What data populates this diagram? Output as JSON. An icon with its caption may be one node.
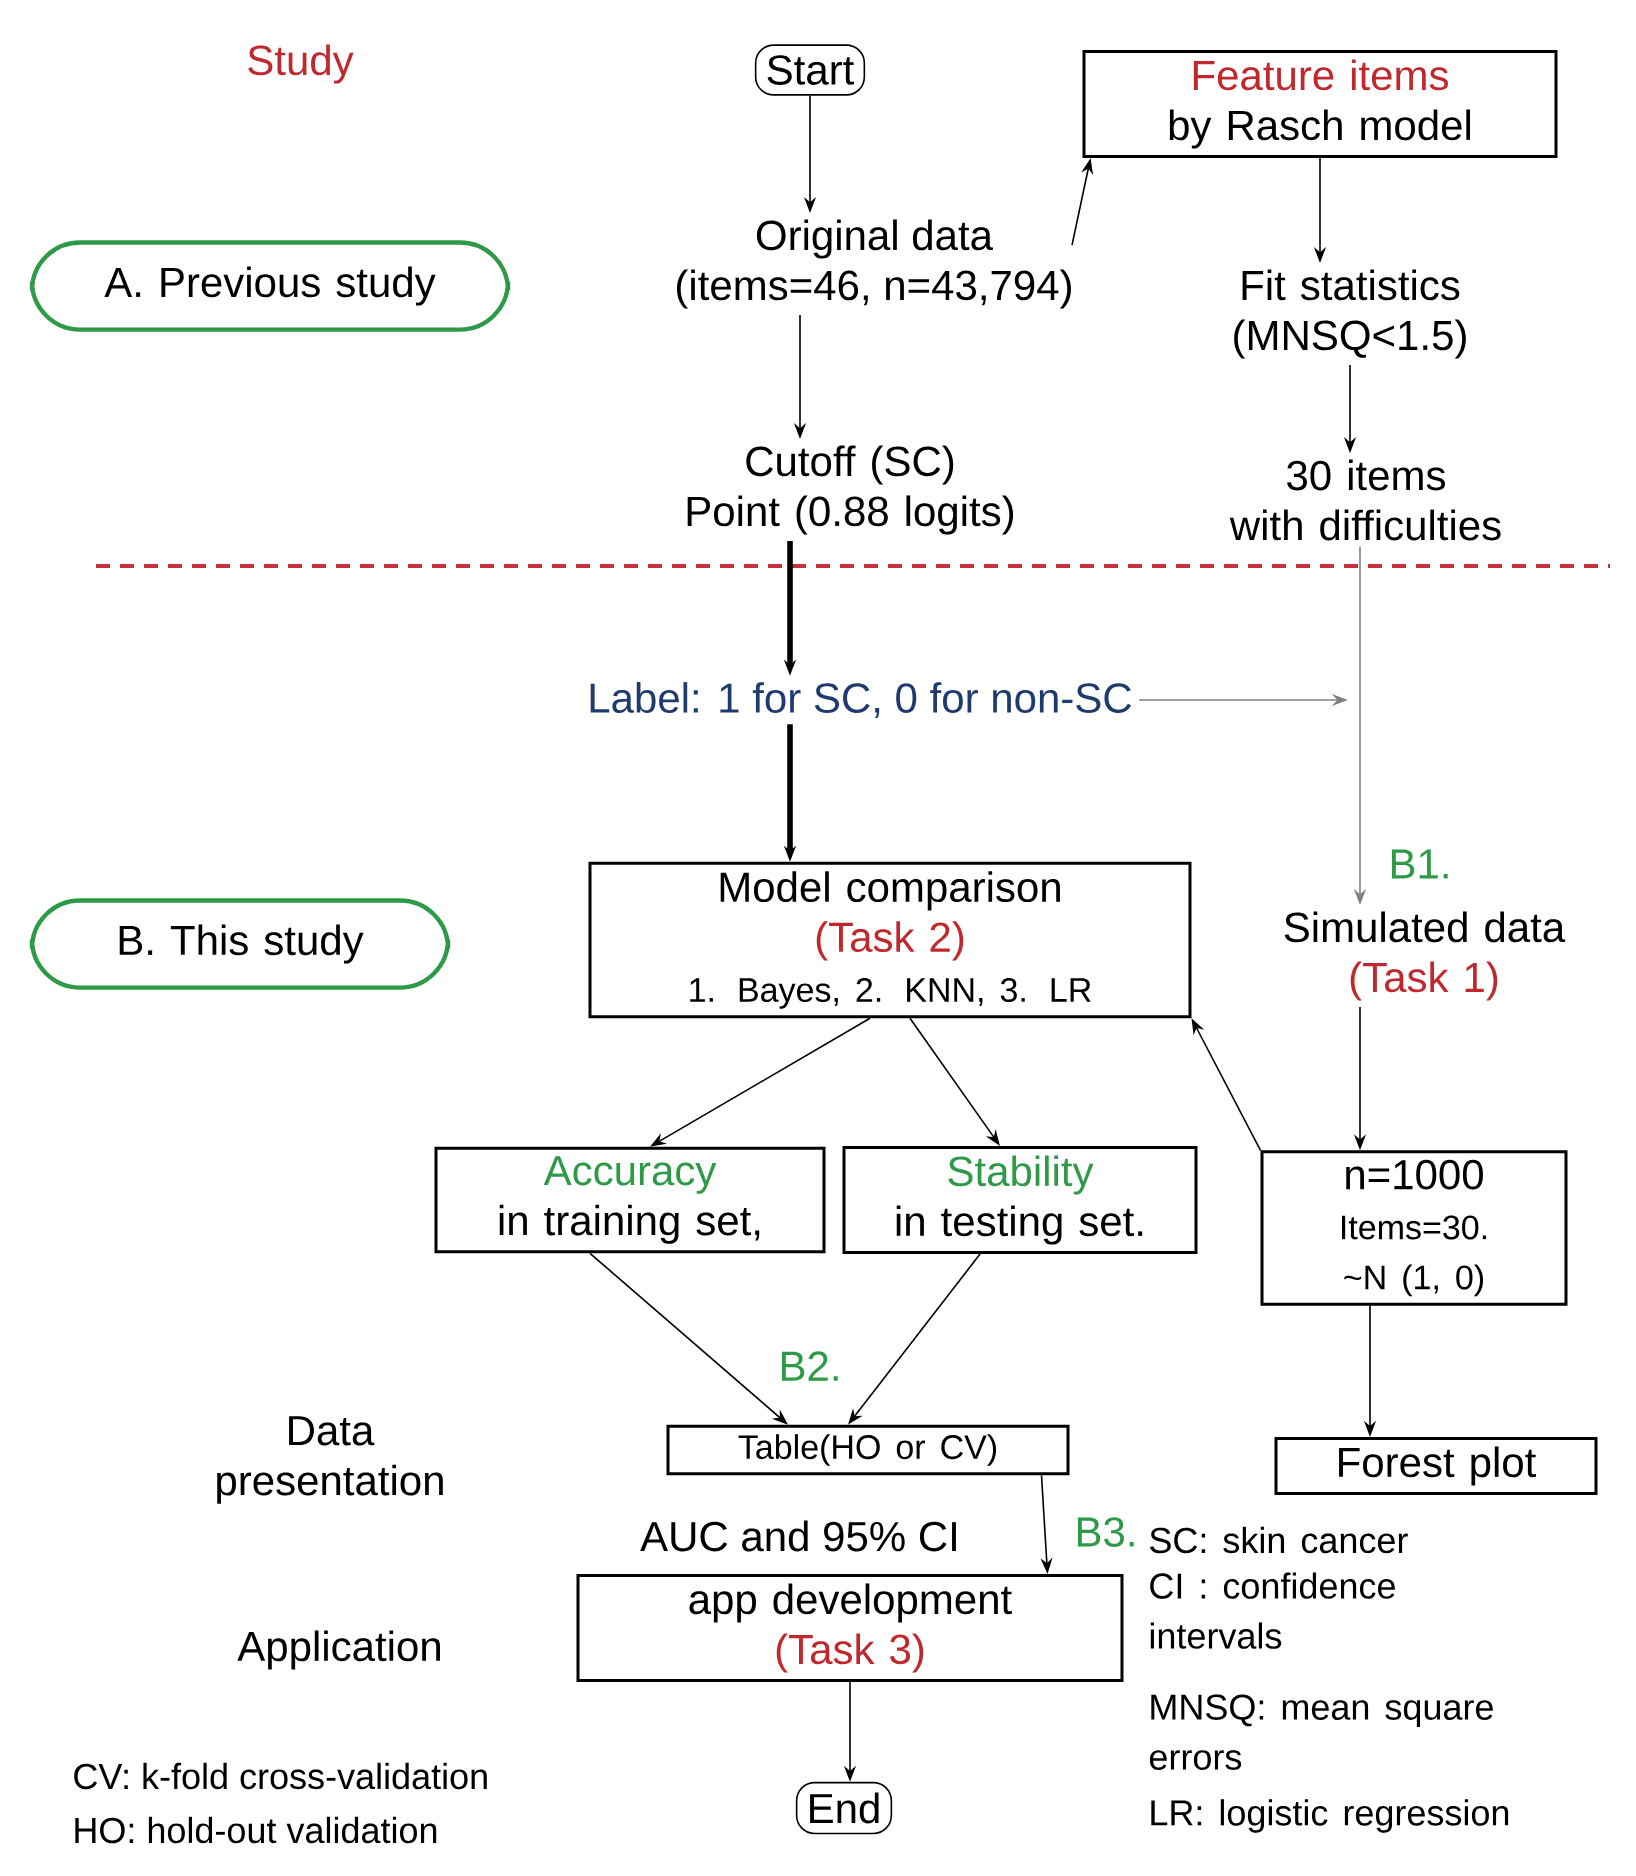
{
  "diagram": {
    "nodes": [
      {
        "text": [
          "Start"
        ]
      },
      {
        "text": [
          "Feature items",
          "by Rasch model"
        ]
      },
      {
        "text": [
          "A. Previous study"
        ]
      },
      {
        "text": [
          "Original data",
          "(items=46, n=43,794)"
        ]
      },
      {
        "text": [
          "Fit statistics",
          "(MNSQ<1.5)"
        ]
      },
      {
        "text": [
          "Cutoff (SC)",
          "Point (0.88 logits)"
        ]
      },
      {
        "text": [
          "30 items",
          "with difficulties"
        ]
      },
      {
        "text": [
          "Label: 1 for SC, 0 for non-SC"
        ]
      },
      {
        "text": [
          "Model comparison",
          "(Task 2)",
          "1. Bayes, 2. KNN, 3. LR"
        ]
      },
      {
        "text": [
          "B. This study"
        ]
      },
      {
        "text": [
          "Simulated data",
          "(Task 1)"
        ]
      },
      {
        "text": [
          "Accuracy",
          "in training set,"
        ]
      },
      {
        "text": [
          "Stability",
          "in testing set."
        ]
      },
      {
        "text": [
          "n=1000",
          "Items=30.",
          "~N (1, 0)"
        ]
      },
      {
        "text": [
          "Table(HO or CV)"
        ]
      },
      {
        "text": [
          "Forest plot"
        ]
      },
      {
        "text": [
          "app development",
          "(Task 3)"
        ]
      },
      {
        "text": [
          "End"
        ]
      }
    ],
    "edges": [
      {
        "from": 0,
        "to": 3,
        "arrow": "to"
      },
      {
        "from": 3,
        "to": 1,
        "arrow": "to"
      },
      {
        "from": 1,
        "to": 4,
        "arrow": "to"
      },
      {
        "from": 4,
        "to": 6,
        "arrow": "to"
      },
      {
        "from": 3,
        "to": 5,
        "arrow": "to"
      },
      {
        "from": 5,
        "to": 7,
        "arrow": "to",
        "style": "thick"
      },
      {
        "from": 7,
        "to": 8,
        "arrow": "to",
        "style": "thick"
      },
      {
        "from": 7,
        "to": null,
        "arrow": "to",
        "color": "#808080"
      },
      {
        "from": 6,
        "to": 10,
        "arrow": "to",
        "label": "B1.",
        "color": "#808080"
      },
      {
        "from": 10,
        "to": 13,
        "arrow": "to"
      },
      {
        "from": 13,
        "to": 8,
        "arrow": "to"
      },
      {
        "from": 8,
        "to": 11,
        "arrow": "to"
      },
      {
        "from": 8,
        "to": 12,
        "arrow": "to"
      },
      {
        "from": 11,
        "to": 14,
        "arrow": "to"
      },
      {
        "from": 12,
        "to": 14,
        "arrow": "to",
        "label": "B2."
      },
      {
        "from": 13,
        "to": 15,
        "arrow": "to"
      },
      {
        "from": 14,
        "to": 16,
        "arrow": "to",
        "label": "B3."
      },
      {
        "from": 16,
        "to": 17,
        "arrow": "to"
      }
    ],
    "labels": [
      "Study",
      "Data presentation",
      "Application",
      "AUC and 95% CI",
      "SC: skin cancer",
      "CI : confidence intervals",
      "MNSQ: mean square errors",
      "LR: logistic regression",
      "CV: k-fold cross-validation",
      "HO: hold-out validation"
    ]
  }
}
